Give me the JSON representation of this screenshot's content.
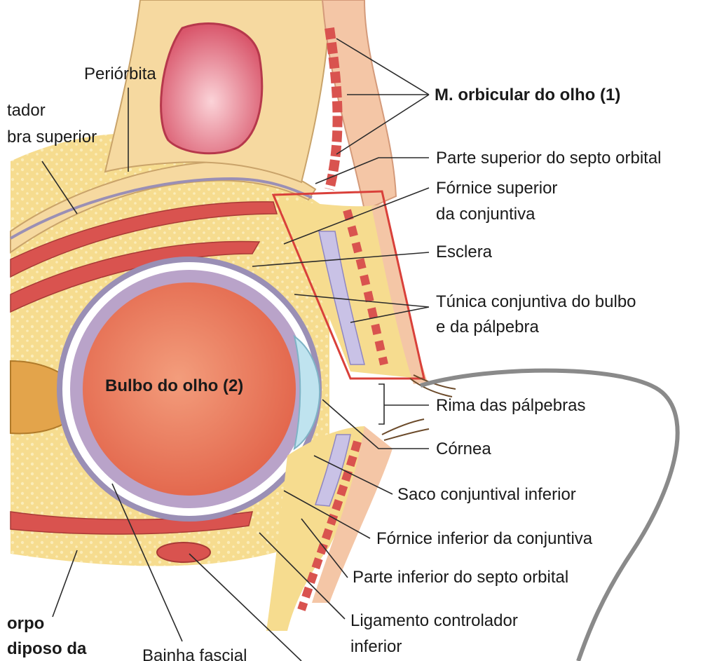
{
  "labels": {
    "periorbita": "Periórbita",
    "levator_1": "tador",
    "levator_2": "bra superior",
    "orbicularis": "M. orbicular do olho (1)",
    "septo_superior": "Parte superior do septo orbital",
    "fornice_superior_1": "Fórnice superior",
    "fornice_superior_2": "da conjuntiva",
    "esclera": "Esclera",
    "tunica_1": "Túnica conjuntiva do bulbo",
    "tunica_2": "e da pálpebra",
    "bulbo": "Bulbo do olho (2)",
    "rima": "Rima das pálpebras",
    "cornea": "Córnea",
    "saco": "Saco conjuntival inferior",
    "fornice_inferior": "Fórnice inferior da conjuntiva",
    "septo_inferior": "Parte inferior do septo orbital",
    "ligamento_1": "Ligamento controlador",
    "ligamento_2": "inferior",
    "corpo_1": "orpo",
    "corpo_2": "diposo da",
    "bainha": "Bainha fascial"
  },
  "colors": {
    "fat": "#f6dc8f",
    "fat_light": "#fbecb8",
    "skin": "#f4c6a6",
    "muscle": "#d9534f",
    "globe": "#e9775c",
    "sclera": "#b9a3c9",
    "cornea": "#bfe3ef",
    "highlight_box": "#d9403a",
    "sinus": "#e87c8a"
  }
}
